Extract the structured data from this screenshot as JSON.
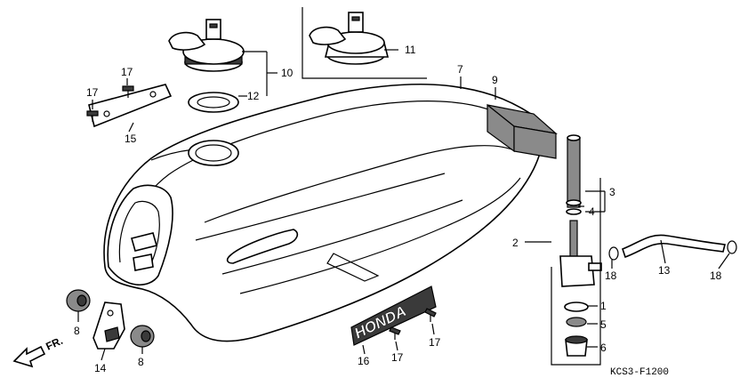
{
  "diagram": {
    "ref_code": "KCS3-F1200",
    "direction_label": "FR.",
    "emblem_text": "HONDA",
    "callouts": [
      {
        "id": "1",
        "text": "1"
      },
      {
        "id": "2",
        "text": "2"
      },
      {
        "id": "3",
        "text": "3"
      },
      {
        "id": "4",
        "text": "4"
      },
      {
        "id": "5",
        "text": "5"
      },
      {
        "id": "6",
        "text": "6"
      },
      {
        "id": "7",
        "text": "7"
      },
      {
        "id": "8a",
        "text": "8"
      },
      {
        "id": "8b",
        "text": "8"
      },
      {
        "id": "9",
        "text": "9"
      },
      {
        "id": "10",
        "text": "10"
      },
      {
        "id": "11",
        "text": "11"
      },
      {
        "id": "12",
        "text": "12"
      },
      {
        "id": "13",
        "text": "13"
      },
      {
        "id": "14",
        "text": "14"
      },
      {
        "id": "15",
        "text": "15"
      },
      {
        "id": "16",
        "text": "16"
      },
      {
        "id": "17a",
        "text": "17"
      },
      {
        "id": "17b",
        "text": "17"
      },
      {
        "id": "17c",
        "text": "17"
      },
      {
        "id": "17d",
        "text": "17"
      },
      {
        "id": "18a",
        "text": "18"
      },
      {
        "id": "18b",
        "text": "18"
      }
    ]
  }
}
